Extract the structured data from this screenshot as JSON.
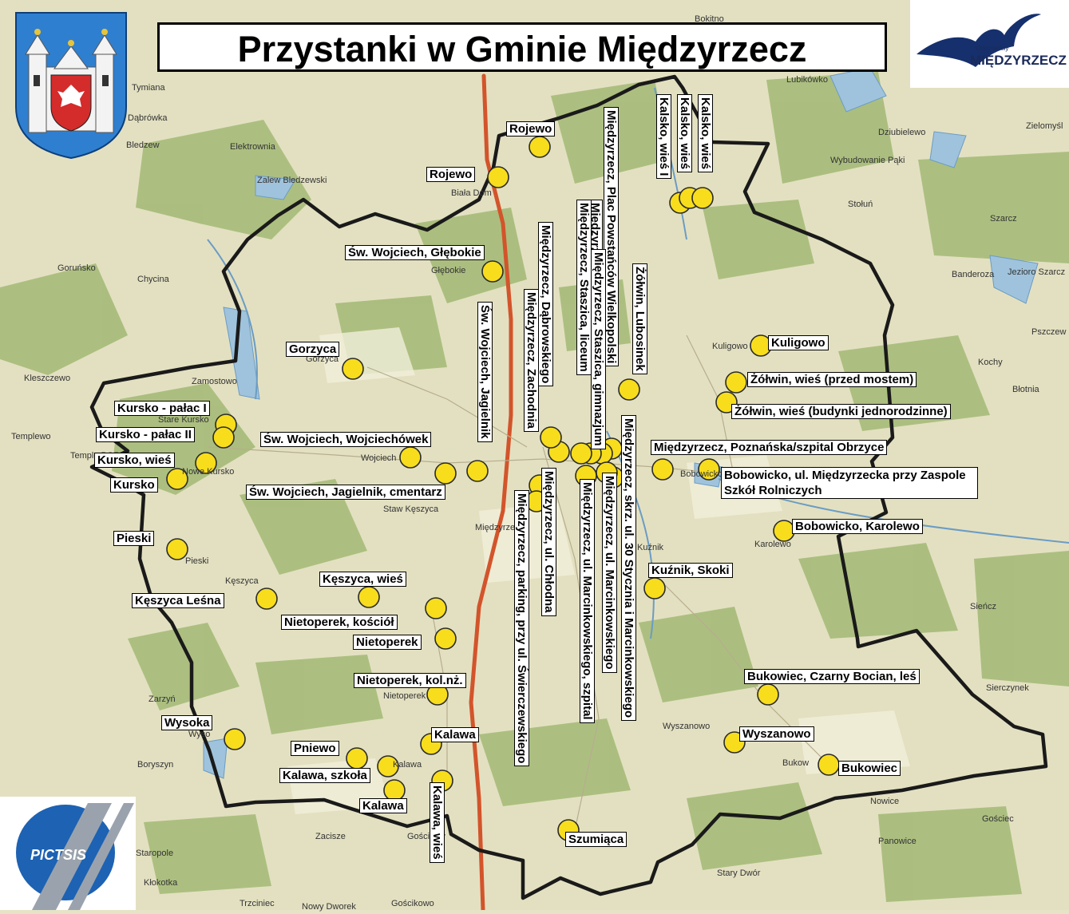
{
  "title": "Przystanki w Gminie Międzyrzecz",
  "brand": {
    "small": "Oddziałowy",
    "name": "MIĘDZYRZECZ"
  },
  "logo2": {
    "text": "PICTSIS"
  },
  "stops": [
    {
      "label": "Rojewo"
    },
    {
      "label": "Rojewo"
    },
    {
      "label": "Św. Wojciech, Głębokie"
    },
    {
      "label": "Gorzyca"
    },
    {
      "label": "Kursko - pałac I"
    },
    {
      "label": "Kursko - pałac II"
    },
    {
      "label": "Kursko, wieś"
    },
    {
      "label": "Kursko"
    },
    {
      "label": "Św. Wojciech, Wojciechówek"
    },
    {
      "label": "Św. Wojciech, Jagielnik, cmentarz"
    },
    {
      "label": "Pieski"
    },
    {
      "label": "Kęszyca, wieś"
    },
    {
      "label": "Kęszyca Leśna"
    },
    {
      "label": "Nietoperek, kościół"
    },
    {
      "label": "Nietoperek"
    },
    {
      "label": "Nietoperek, kol.nż."
    },
    {
      "label": "Wysoka"
    },
    {
      "label": "Kalawa"
    },
    {
      "label": "Pniewo"
    },
    {
      "label": "Kalawa, szkoła"
    },
    {
      "label": "Kalawa"
    },
    {
      "label": "Szumiąca"
    },
    {
      "label": "Kuligowo"
    },
    {
      "label": "Żółwin, wieś (przed mostem)"
    },
    {
      "label": "Żółwin, wieś (budynki jednorodzinne)"
    },
    {
      "label": "Międzyrzecz, Poznańska/szpital Obrzyce"
    },
    {
      "label": "Bobowicko, ul. Międzyrzecka przy Zaspole Szkół Rolniczych"
    },
    {
      "label": "Bobowicko, Karolewo"
    },
    {
      "label": "Kuźnik, Skoki"
    },
    {
      "label": "Bukowiec, Czarny Bocian, leś"
    },
    {
      "label": "Wyszanowo"
    },
    {
      "label": "Bukowiec"
    }
  ],
  "vstops": [
    {
      "label": "Kalsko, wieś I"
    },
    {
      "label": "Kalsko, wieś"
    },
    {
      "label": "Kalsko, wieś"
    },
    {
      "label": "Międzyrzecz, Plac Powstańców Wielkopolski"
    },
    {
      "label": "Międzyrzecz, ul. Sportowa"
    },
    {
      "label": "Międzyrzecz, Staszica, liceum"
    },
    {
      "label": "Międzyrzecz, Staszica, gimnazjum"
    },
    {
      "label": "Żółwin, Lubosinek"
    },
    {
      "label": "Międzyrzecz, Dąbrowskiego"
    },
    {
      "label": "Międzyrzecz, Zachodnia"
    },
    {
      "label": "Św. Wojciech, Jagielnik"
    },
    {
      "label": "Międzyrzecz, skrz. ul. 30 Stycznia i Marcinkowskiego"
    },
    {
      "label": "Międzyrzecz, ul. Marcinkowskiego"
    },
    {
      "label": "Międzyrzecz, ul. Marcinkowskiego, szpital"
    },
    {
      "label": "Międzyrzecz, ul. Chłodna"
    },
    {
      "label": "Międzyrzecz, parking, przy ul. Świerczewskiego"
    },
    {
      "label": "Kalawa, wieś"
    }
  ],
  "places": [
    "Bokitno",
    "Lubikówko",
    "Tymiana",
    "Dąbrówka",
    "Bledzew",
    "Elektrownia",
    "Zalew Bledzewski",
    "Biała Dom",
    "Dziubielewo",
    "Wybudowanie Pąki",
    "Zielomyśl",
    "Stołuń",
    "Szarcz",
    "Banderoza",
    "Jezioro Szarcz",
    "Goruńsko",
    "Chycina",
    "Głębokie",
    "Gorzyca",
    "Kleszczewo",
    "Zamostowo",
    "Stare Kursko",
    "Templewo",
    "Temple PGR",
    "Nowe Kursko",
    "Wojciech",
    "Staw Kęszyca",
    "Kęszyca",
    "Pieski",
    "Międzyrzecz",
    "Kuligowo",
    "Kochy",
    "Błotnia",
    "Pszczew",
    "Bobowicko",
    "Karolewo",
    "Kuźnik",
    "Sieńcz",
    "Sierczynek",
    "Zarzyń",
    "Wyso",
    "Boryszyn",
    "Nietoperek",
    "Kalawa",
    "Wyszanowo",
    "Bukow",
    "Nowice",
    "Gościec",
    "Panowice",
    "Staropole",
    "Zacisze",
    "Gościków",
    "Stary Dwór",
    "Kłokotka",
    "Trzciniec",
    "Nowy Dworek",
    "Gościkowo"
  ]
}
